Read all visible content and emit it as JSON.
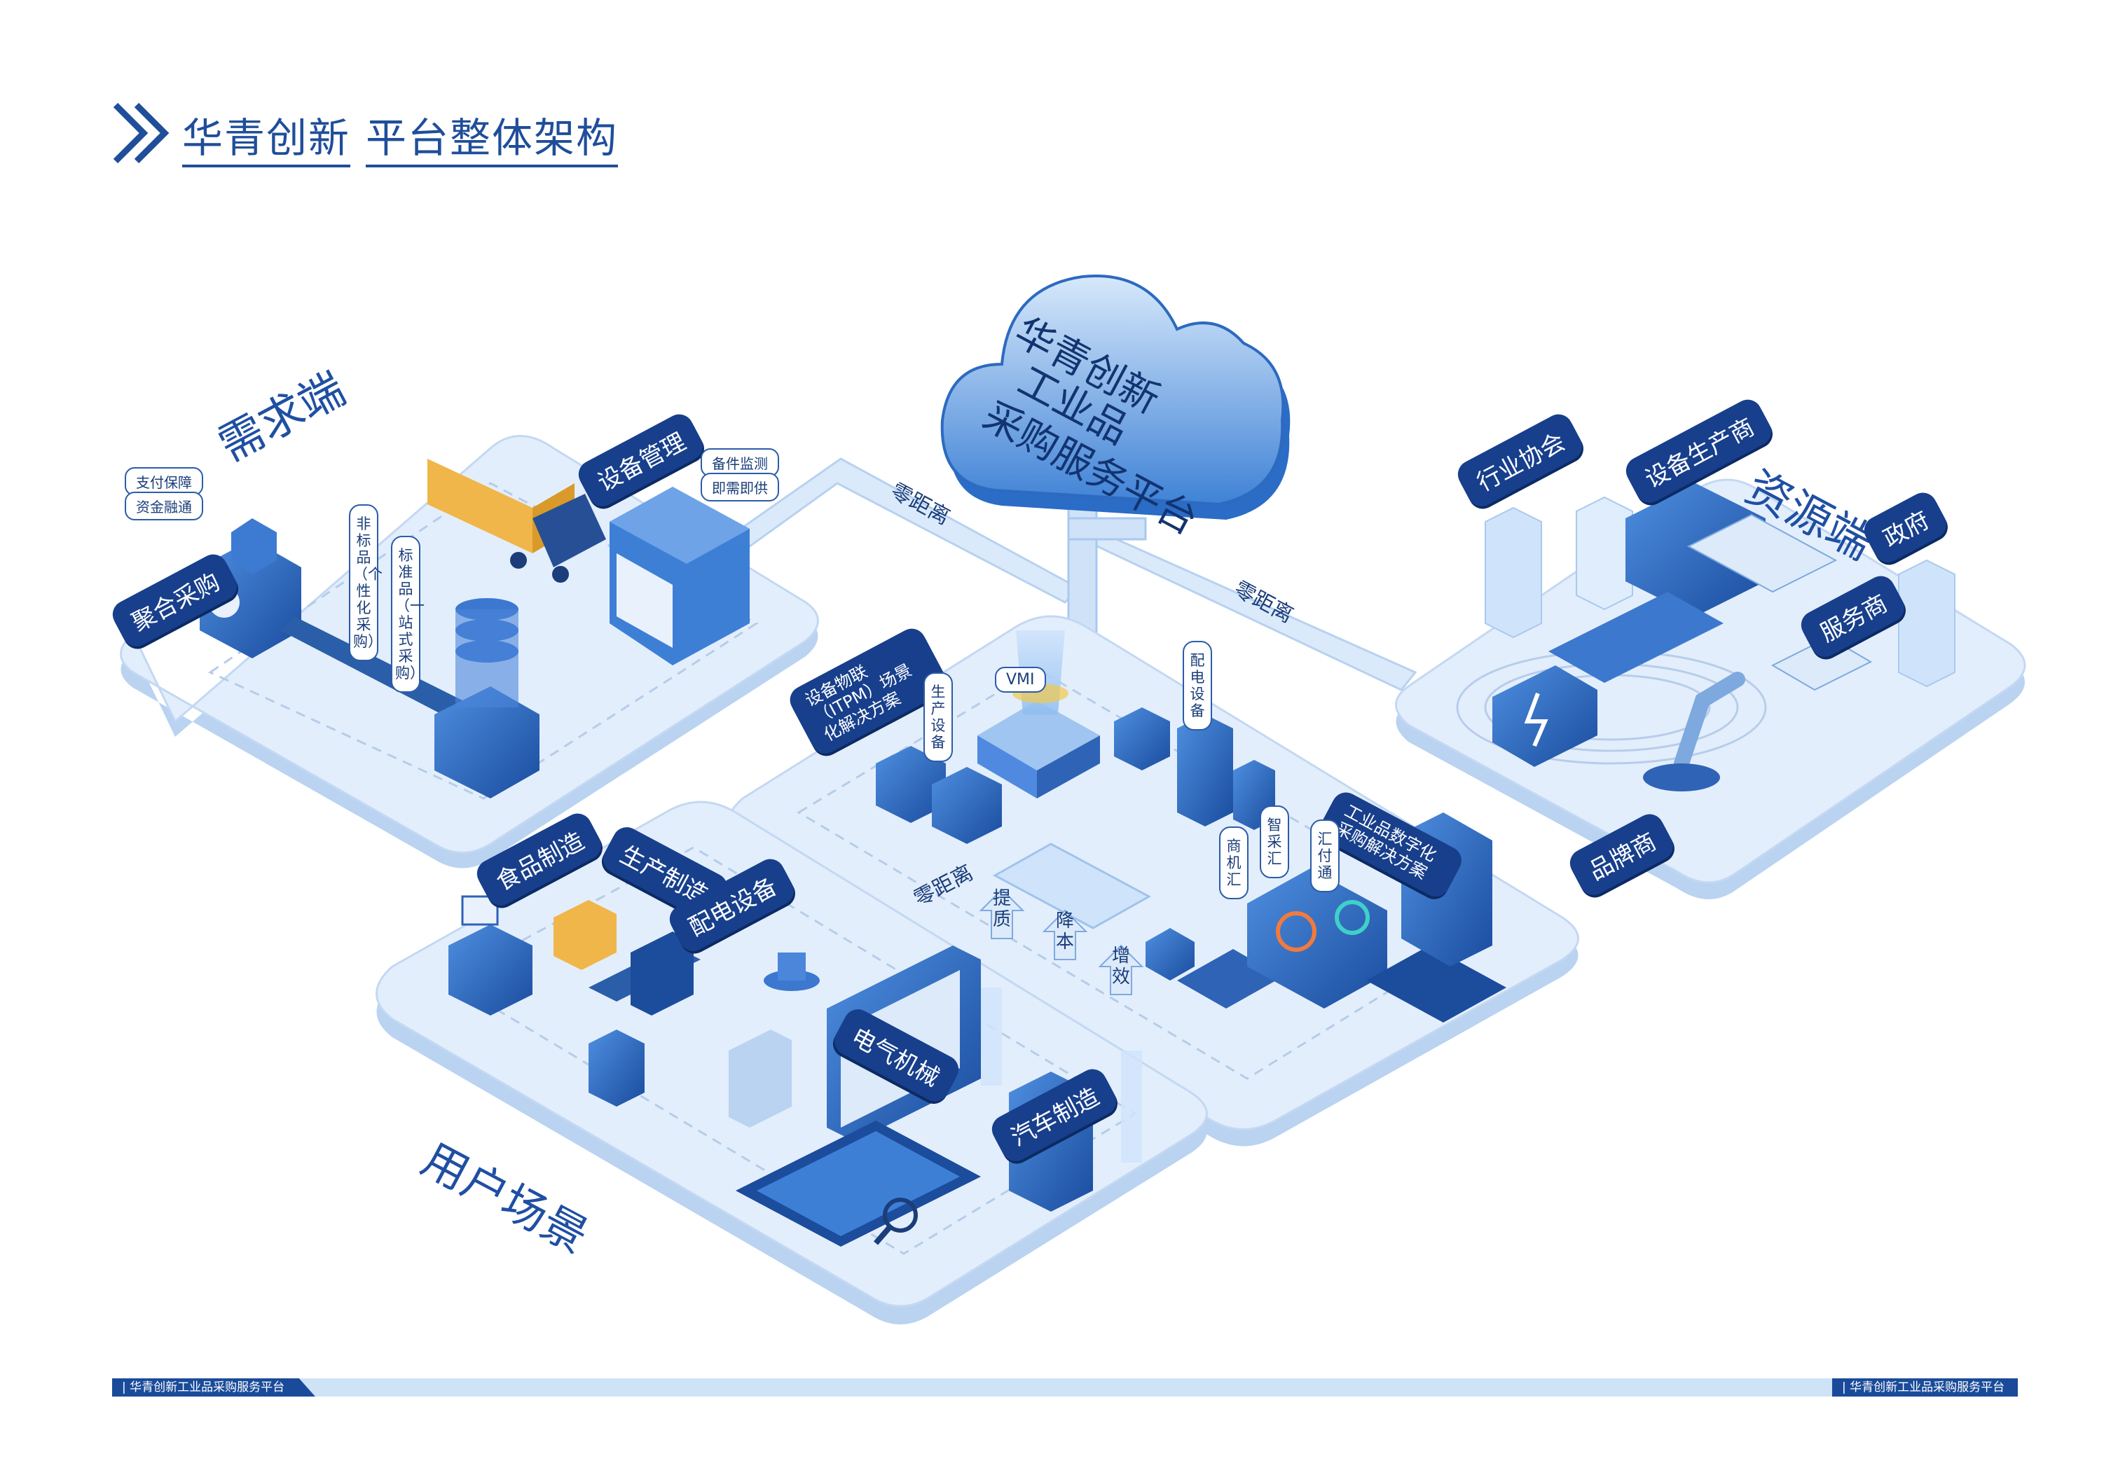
{
  "header": {
    "title_a": "华青创新",
    "title_b": "平台整体架构"
  },
  "cloud": {
    "line1": "华青创新",
    "line2": "工业品",
    "line3": "采购服务平台"
  },
  "demand": {
    "heading": "需求端",
    "pill_aggregate": "聚合采购",
    "pill_device_mgmt": "设备管理",
    "tag_pay": "支付保障",
    "tag_fund": "资金融通",
    "tag_spare": "备件监测",
    "tag_ondemand": "即需即供",
    "vtag_nonstd": "非标品（个性化采购）",
    "vtag_std": "标准品（一站式采购）"
  },
  "center": {
    "pill_itpm": "设备物联（ITPM）场景化解决方案",
    "pill_digital": "工业品数字化采购解决方案",
    "vmi": "VMI",
    "vtag_prod": "生产设备",
    "vtag_dist": "配电设备",
    "vtag_shang": "商机汇",
    "vtag_zhicai": "智采汇",
    "vtag_huifu": "汇付通",
    "arrow_quality": "提质",
    "arrow_cost": "降本",
    "arrow_eff": "增效"
  },
  "resource": {
    "heading": "资源端",
    "pill_assoc": "行业协会",
    "pill_maker": "设备生产商",
    "pill_gov": "政府",
    "pill_service": "服务商",
    "pill_brand": "品牌商"
  },
  "scene": {
    "heading": "用户场景",
    "pill_food": "食品制造",
    "pill_prod": "生产制造",
    "pill_power": "配电设备",
    "pill_elec": "电气机械",
    "pill_auto": "汽车制造"
  },
  "links": {
    "zero1": "零距离",
    "zero2": "零距离",
    "zero3": "零距离"
  },
  "footer": {
    "left": "| 华青创新工业品采购服务平台",
    "right": "| 华青创新工业品采购服务平台"
  },
  "colors": {
    "accent": "#173f8c",
    "platform": "#dcebfb",
    "platform_edge": "#b9d3f1"
  }
}
